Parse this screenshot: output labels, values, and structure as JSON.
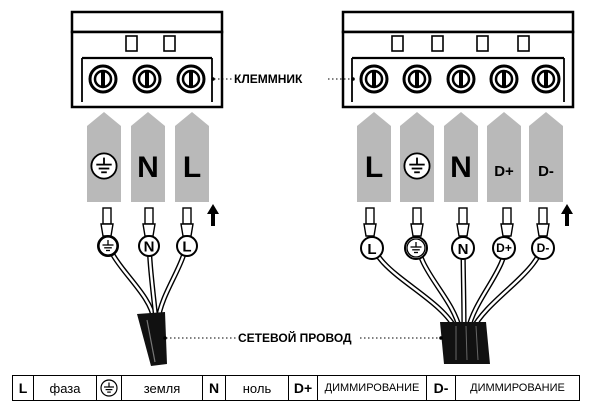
{
  "diagram": {
    "terminal_block_label": "КЛЕММНИК",
    "cable_label": "СЕТЕВОЙ ПРОВОД",
    "left_terminals": [
      {
        "symbol": "ground",
        "label": ""
      },
      {
        "symbol": "text",
        "label": "N"
      },
      {
        "symbol": "text",
        "label": "L"
      }
    ],
    "right_terminals": [
      {
        "symbol": "text",
        "label": "L"
      },
      {
        "symbol": "ground",
        "label": ""
      },
      {
        "symbol": "text",
        "label": "N"
      },
      {
        "symbol": "text",
        "label": "D+"
      },
      {
        "symbol": "text",
        "label": "D-"
      }
    ],
    "left_wire_labels": [
      "",
      "N",
      "L"
    ],
    "right_wire_labels": [
      "L",
      "",
      "N",
      "D+",
      "D-"
    ]
  },
  "legend": [
    {
      "symbol": "L",
      "description": "фаза"
    },
    {
      "symbol": "ground-icon",
      "description": "земля"
    },
    {
      "symbol": "N",
      "description": "ноль"
    },
    {
      "symbol": "D+",
      "description": "ДИММИРОВАНИЕ"
    },
    {
      "symbol": "D-",
      "description": "ДИММИРОВАНИЕ"
    }
  ]
}
